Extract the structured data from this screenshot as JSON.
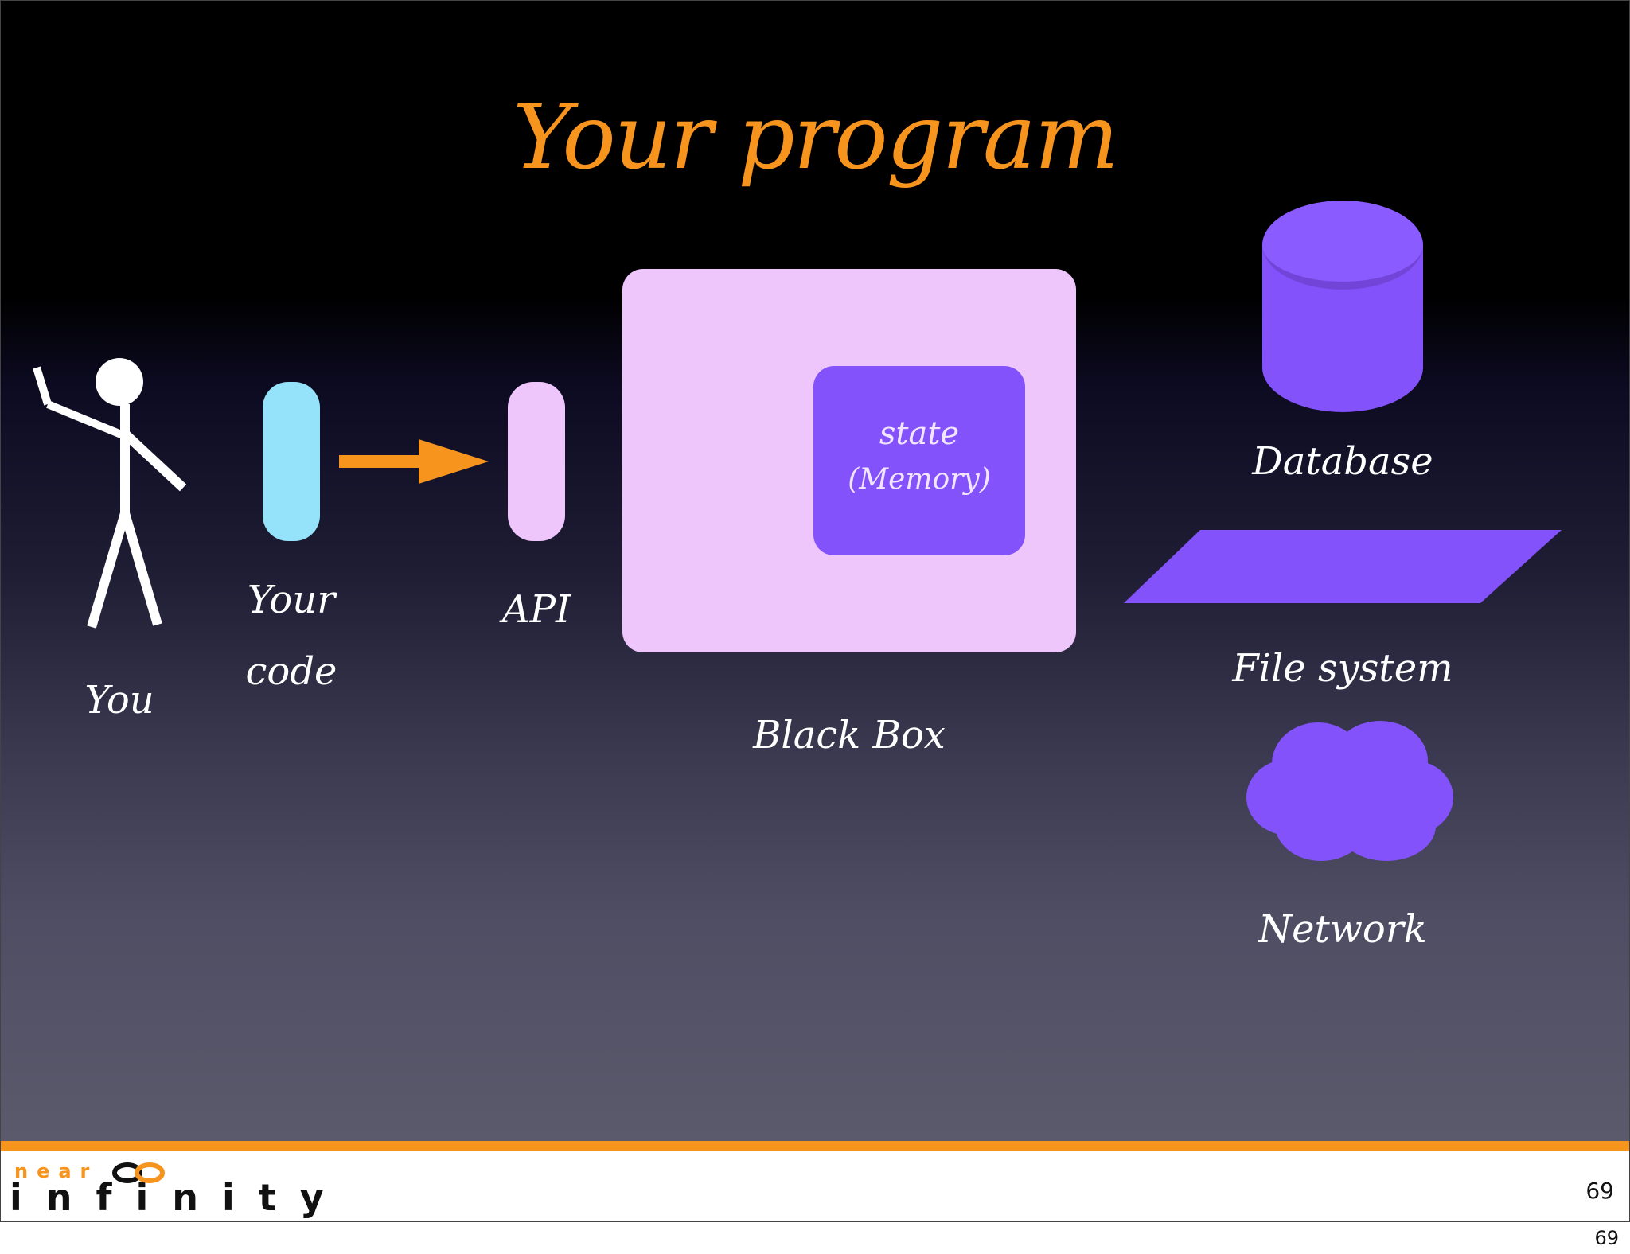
{
  "slide": {
    "title": "Your program",
    "labels": {
      "you": "You",
      "your_code_line1": "Your",
      "your_code_line2": "code",
      "api": "API",
      "black_box": "Black Box",
      "state_line1": "state",
      "state_line2": "(Memory)",
      "database": "Database",
      "file_system": "File system",
      "network": "Network"
    }
  },
  "footer": {
    "logo_top": "near",
    "logo_bottom": "infinity",
    "slide_number": "69"
  },
  "page_number": "69",
  "colors": {
    "title": "#f7941d",
    "arrow": "#f7941d",
    "your_code": "#95e3fa",
    "api": "#efc6fc",
    "black_box": "#efc6fc",
    "state": "#8352fb",
    "database": "#8352fb",
    "file_system": "#8352fb",
    "network": "#8352fb",
    "footer_bar": "#f7941d"
  }
}
